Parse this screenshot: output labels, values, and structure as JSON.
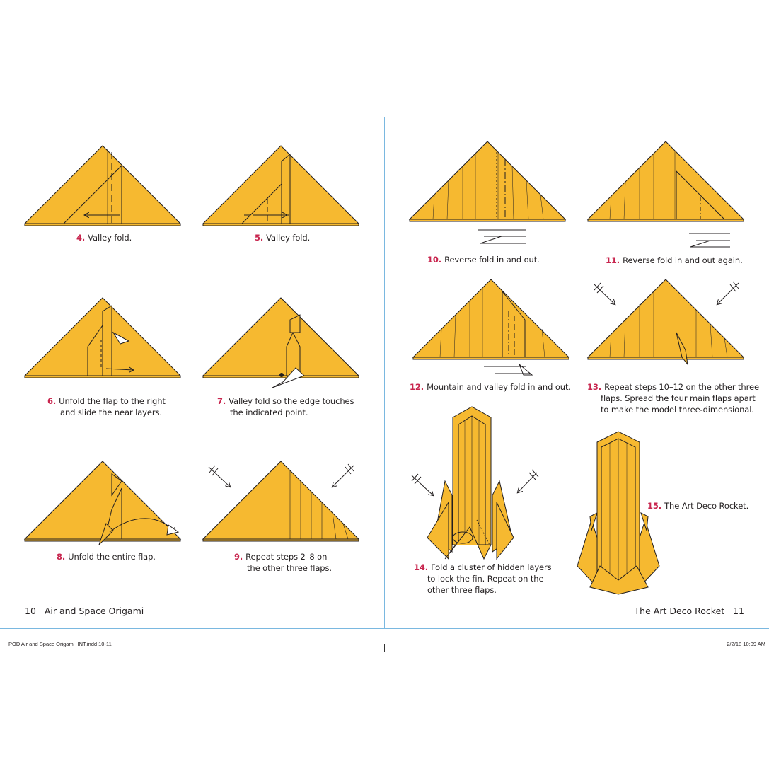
{
  "left_page": {
    "steps": [
      {
        "num": "4.",
        "lines": [
          "Valley fold."
        ]
      },
      {
        "num": "5.",
        "lines": [
          "Valley fold."
        ]
      },
      {
        "num": "6.",
        "lines": [
          "Unfold the flap to the right",
          "and slide the near layers."
        ]
      },
      {
        "num": "7.",
        "lines": [
          "Valley fold so the edge touches",
          "the indicated point."
        ]
      },
      {
        "num": "8.",
        "lines": [
          "Unfold the entire flap."
        ]
      },
      {
        "num": "9.",
        "lines": [
          "Repeat steps 2–8 on",
          "the other three flaps."
        ]
      }
    ],
    "folio": {
      "page_number": "10",
      "title": "Air and Space Origami"
    }
  },
  "right_page": {
    "steps": [
      {
        "num": "10.",
        "lines": [
          "Reverse fold in and out."
        ]
      },
      {
        "num": "11.",
        "lines": [
          "Reverse fold in and out again."
        ]
      },
      {
        "num": "12.",
        "lines": [
          "Mountain and valley fold in and out."
        ]
      },
      {
        "num": "13.",
        "lines": [
          "Repeat steps 10–12 on the other three",
          "flaps. Spread the four main flaps apart",
          "to make the model three-dimensional."
        ]
      },
      {
        "num": "14.",
        "lines": [
          "Fold a cluster of hidden layers",
          "to lock the fin. Repeat on the",
          "other three flaps."
        ]
      },
      {
        "num": "15.",
        "lines": [
          "The Art Deco Rocket."
        ]
      }
    ],
    "folio": {
      "page_number": "11",
      "title": "The Art Deco Rocket"
    }
  },
  "slug": {
    "file": "POD Air and Space Origami_INT.indd   10-11",
    "date": "2/2/18   10:09 AM"
  },
  "colors": {
    "paper": "#f6b930",
    "step_number": "#c8254e",
    "line": "#231f20",
    "guide": "#7ab8e0"
  }
}
